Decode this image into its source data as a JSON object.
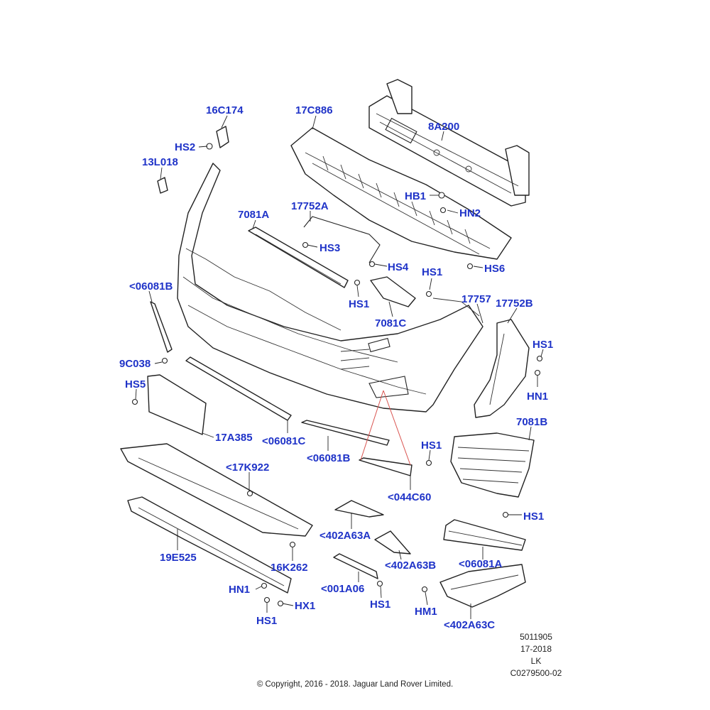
{
  "callouts": {
    "c16C174": "16C174",
    "cHS2": "HS2",
    "c13L018": "13L018",
    "c17C886": "17C886",
    "c8A200": "8A200",
    "cHB1": "HB1",
    "cHN2": "HN2",
    "c7081A": "7081A",
    "c17752A": "17752A",
    "cHS3": "HS3",
    "cHS4": "HS4",
    "cHS6": "HS6",
    "cHS1_a": "HS1",
    "cHS1_b": "HS1",
    "c06081B_a": "<06081B",
    "c7081C": "7081C",
    "c17757": "17757",
    "c17752B": "17752B",
    "cHS1_c": "HS1",
    "cHN1_a": "HN1",
    "c9C038": "9C038",
    "cHS5": "HS5",
    "c7081B": "7081B",
    "c17A385": "17A385",
    "c06081C": "<06081C",
    "cHS1_d": "HS1",
    "c06081B_b": "<06081B",
    "c17K922": "<17K922",
    "c044C60": "<044C60",
    "cHS1_e": "HS1",
    "c402A63A": "<402A63A",
    "c19E525": "19E525",
    "c402A63B": "<402A63B",
    "c06081A": "<06081A",
    "c16K262": "16K262",
    "c001A06": "<001A06",
    "cHN1_b": "HN1",
    "cHX1": "HX1",
    "cHS1_f": "HS1",
    "cHS1_g": "HS1",
    "cHM1": "HM1",
    "c402A63C": "<402A63C"
  },
  "reference": {
    "line1": "5011905",
    "line2": "17-2018",
    "line3": "LK",
    "line4": "C0279500-02"
  },
  "copyright": "© Copyright, 2016 - 2018. Jaguar Land Rover Limited.",
  "colors": {
    "callout": "#1f33c8",
    "line": "#222222",
    "highlight": "#d9534f"
  }
}
